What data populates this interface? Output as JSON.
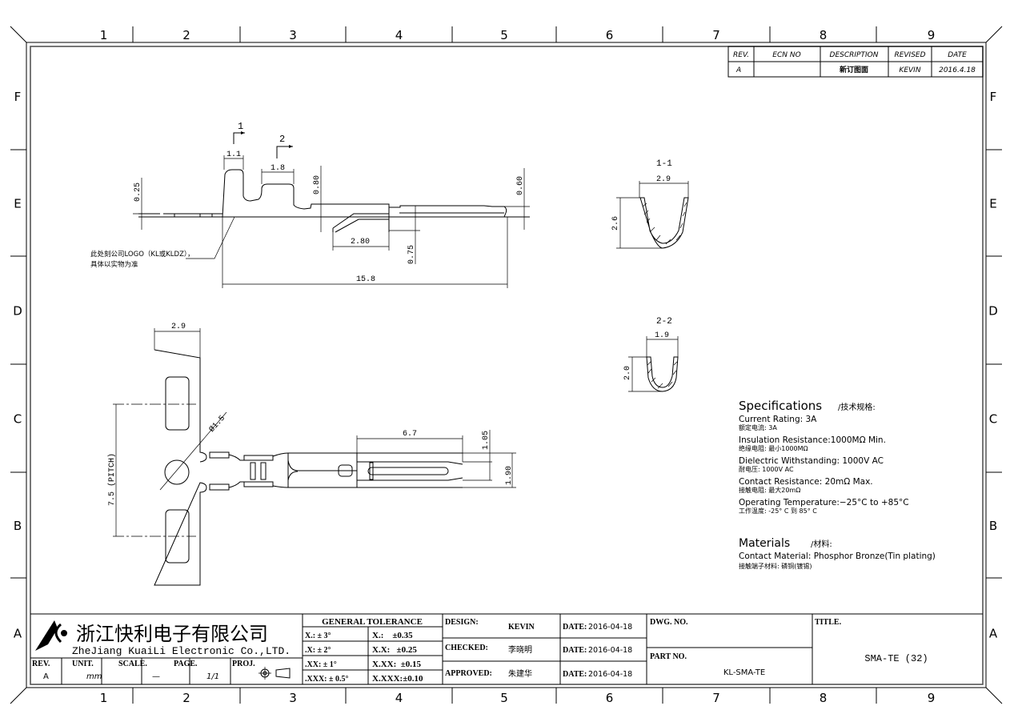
{
  "zones": {
    "columns": [
      "1",
      "2",
      "3",
      "4",
      "5",
      "6",
      "7",
      "8",
      "9"
    ],
    "rows": [
      "F",
      "E",
      "D",
      "C",
      "B",
      "A"
    ]
  },
  "revision_table": {
    "headers": [
      "REV.",
      "ECN NO",
      "DESCRIPTION",
      "REVISED",
      "DATE"
    ],
    "rows": [
      [
        "A",
        "",
        "新订图面",
        "KEVIN",
        "2016.4.18"
      ]
    ]
  },
  "side_view": {
    "section_mark_1": "1",
    "section_mark_2": "2",
    "dims": {
      "d1": "1.1",
      "d2": "1.8",
      "d3": "0.80",
      "d4": "0.25",
      "d5": "0.60",
      "d6": "2.80",
      "d7": "0.75",
      "d8": "15.8"
    },
    "note": [
      "此处刻公司LOGO（KL或KLDZ），",
      "具体以实物为准"
    ]
  },
  "top_view": {
    "dims": {
      "width": "2.9",
      "pitch": "7.5 (PITCH)",
      "hole": "Ø1.5",
      "blade": "6.7",
      "d1": "1.05",
      "d2": "1.90"
    }
  },
  "sections": [
    {
      "title": "1-1",
      "width": "2.9",
      "height": "2.6"
    },
    {
      "title": "2-2",
      "width": "1.9",
      "height": "2.0"
    }
  ],
  "specifications": {
    "title": "Specifications",
    "title_cn": "/技术规格:",
    "items": [
      {
        "en": "Current Rating:  3A",
        "cn": "额定电流: 3A"
      },
      {
        "en": "Insulation Resistance:1000MΩ  Min.",
        "cn": "绝缘电阻: 最小1000MΩ"
      },
      {
        "en": "Dielectric Withstanding:  1000V AC",
        "cn": "耐电压: 1000V AC"
      },
      {
        "en": "Contact Resistance:  20mΩ  Max.",
        "cn": "接触电阻: 最大20mΩ"
      },
      {
        "en": "Operating Temperature:−25°C to +85°C",
        "cn": "工作温度: -25° C 到 85° C"
      }
    ],
    "materials_title": "Materials",
    "materials_title_cn": "/材料:",
    "materials": [
      {
        "en": "Contact Material: Phosphor Bronze(Tin plating)",
        "cn": "接触端子材料: 磷铜(镀锡)"
      }
    ]
  },
  "title_block": {
    "company_cn": "浙江快利电子有限公司",
    "company_en": "ZheJiang KuaiLi Electronic Co.,LTD.",
    "rev_label": "REV.",
    "rev_value": "A",
    "unit_label": "UNIT.",
    "unit_value": "mm",
    "scale_label": "SCALE.",
    "scale_value": "—",
    "page_label": "PAGE.",
    "page_value": "1/1",
    "proj_label": "PROJ.",
    "tolerance_title": "GENERAL  TOLERANCE",
    "tolerance_rows": [
      [
        "X.: ± 3°",
        "X.:    ±0.35"
      ],
      [
        ".X: ± 2°",
        "X.X:   ±0.25"
      ],
      [
        ".XX: ± 1°",
        "X.XX:  ±0.15"
      ],
      [
        ".XXX: ± 0.5°",
        "X.XXX:±0.10"
      ]
    ],
    "design_label": "DESIGN:",
    "design_value": "KEVIN",
    "checked_label": "CHECKED:",
    "checked_value": "李晓明",
    "approved_label": "APPROVED:",
    "approved_value": "朱建华",
    "date_label": "DATE:",
    "dates": [
      "2016-04-18",
      "2016-04-18",
      "2016-04-18"
    ],
    "dwg_no_label": "DWG. NO.",
    "part_no_label": "PART NO.",
    "part_no_value": "KL-SMA-TE",
    "title_label": "TITLE.",
    "title_value": "SMA-TE (32)"
  }
}
